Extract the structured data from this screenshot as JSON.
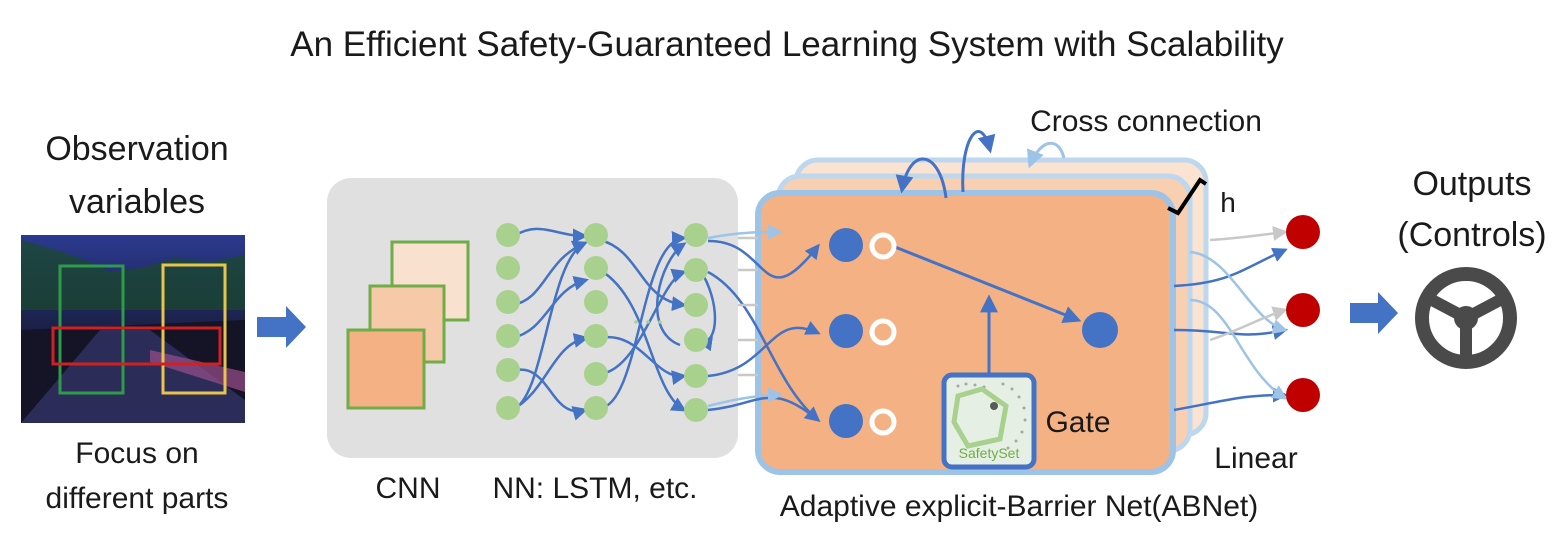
{
  "title": "An Efficient Safety-Guaranteed Learning System with Scalability",
  "input": {
    "heading_line1": "Observation",
    "heading_line2": "variables",
    "caption_line1": "Focus on",
    "caption_line2": "different parts"
  },
  "encoder": {
    "cnn_label": "CNN",
    "nn_label": "NN: LSTM, etc."
  },
  "abnet": {
    "label": "Adaptive explicit-Barrier Net(ABNet)",
    "cross_connection_label": "Cross connection",
    "h_label": "h",
    "gate_label": "Gate",
    "safety_set_label": "SafetySet",
    "linear_label": "Linear"
  },
  "outputs": {
    "heading_line1": "Outputs",
    "heading_line2": "(Controls)"
  },
  "colors": {
    "arrow_blue": "#4472c4",
    "light_blue": "#9dc3e6",
    "node_green": "#a9d18e",
    "layer_orange": "#f4b183",
    "output_red": "#c00000",
    "panel_gray": "#e0e0e0",
    "steering_gray": "#4a4a4a"
  }
}
